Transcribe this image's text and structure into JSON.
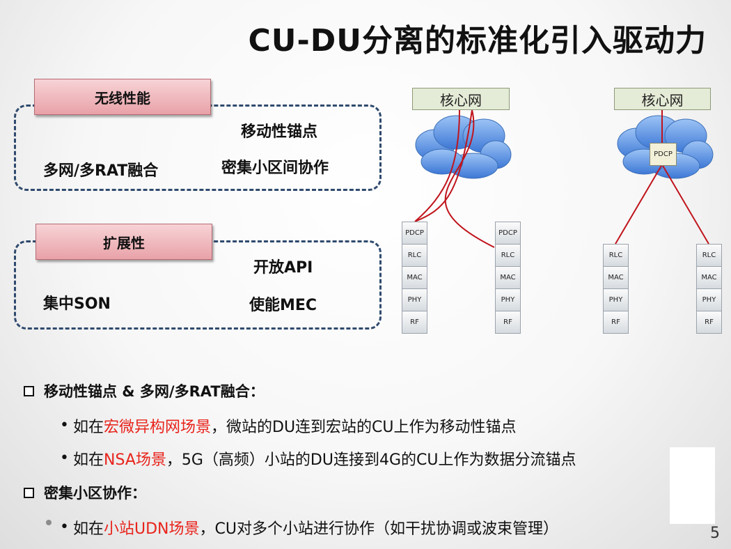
{
  "title": "CU-DU分离的标准化引入驱动力",
  "group1": {
    "tag": "无线性能",
    "items": [
      "移动性锚点",
      "多网/多RAT融合",
      "密集小区间协作"
    ]
  },
  "group2": {
    "tag": "扩展性",
    "items": [
      "开放API",
      "集中SON",
      "使能MEC"
    ]
  },
  "diagram": {
    "core_label_left": "核心网",
    "core_label_right": "核心网",
    "cloud_pdcp": "PDCP",
    "stack_full": [
      "PDCP",
      "RLC",
      "MAC",
      "PHY",
      "RF"
    ],
    "stack_split": [
      "RLC",
      "MAC",
      "PHY",
      "RF"
    ],
    "link_color": "#c0141c"
  },
  "bullets": [
    {
      "heading": "移动性锚点 & 多网/多RAT融合：",
      "subs": [
        {
          "pre": "如在",
          "hl": "宏微异构网场景",
          "post": "，微站的DU连到宏站的CU上作为移动性锚点"
        },
        {
          "pre": "如在",
          "hl": "NSA场景",
          "post": "，5G（高频）小站的DU连接到4G的CU上作为数据分流锚点"
        }
      ]
    },
    {
      "heading": "密集小区协作：",
      "subs": [
        {
          "pre": "如在",
          "hl": "小站UDN场景",
          "post": "，CU对多个小站进行协作（如干扰协调或波束管理）"
        }
      ]
    }
  ],
  "bullet_char": "•",
  "highlight_color": "#e8231b",
  "page_number": "5"
}
